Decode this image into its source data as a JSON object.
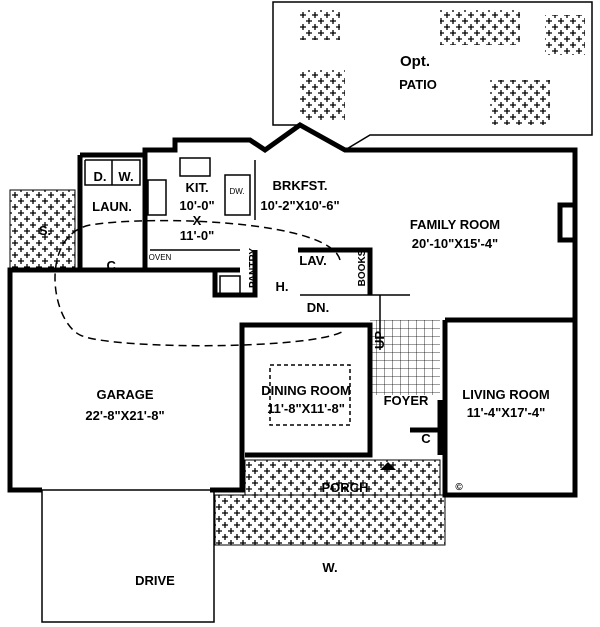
{
  "patio": {
    "opt": "Opt.",
    "label": "PATIO"
  },
  "rooms": {
    "family": {
      "name": "FAMILY ROOM",
      "size": "20'-10\"X15'-4\""
    },
    "kitchen": {
      "name": "KIT.",
      "size_a": "10'-0\"",
      "x": "X",
      "size_b": "11'-0\""
    },
    "breakfast": {
      "name": "BRKFST.",
      "size": "10'-2\"X10'-6\""
    },
    "laundry": {
      "name": "LAUN.",
      "d": "D.",
      "w": "W."
    },
    "storage": {
      "name": "S."
    },
    "closet": {
      "name": "C."
    },
    "oven": {
      "name": "OVEN"
    },
    "dw": {
      "name": "DW."
    },
    "pantry": {
      "name": "PANTRY"
    },
    "hall": {
      "name": "H."
    },
    "lav": {
      "name": "LAV."
    },
    "books": {
      "name": "BOOKS"
    },
    "down": {
      "name": "DN."
    },
    "up": {
      "name": "UP"
    },
    "garage": {
      "name": "GARAGE",
      "size": "22'-8\"X21'-8\""
    },
    "dining": {
      "name": "DINING ROOM",
      "size": "11'-8\"X11'-8\""
    },
    "foyer": {
      "name": "FOYER"
    },
    "foyer_closet": {
      "name": "C"
    },
    "living": {
      "name": "LIVING ROOM",
      "size": "11'-4\"X17'-4\""
    },
    "porch": {
      "name": "PORCH"
    },
    "walk": {
      "name": "W."
    },
    "drive": {
      "name": "DRIVE"
    }
  },
  "copyright": "©"
}
